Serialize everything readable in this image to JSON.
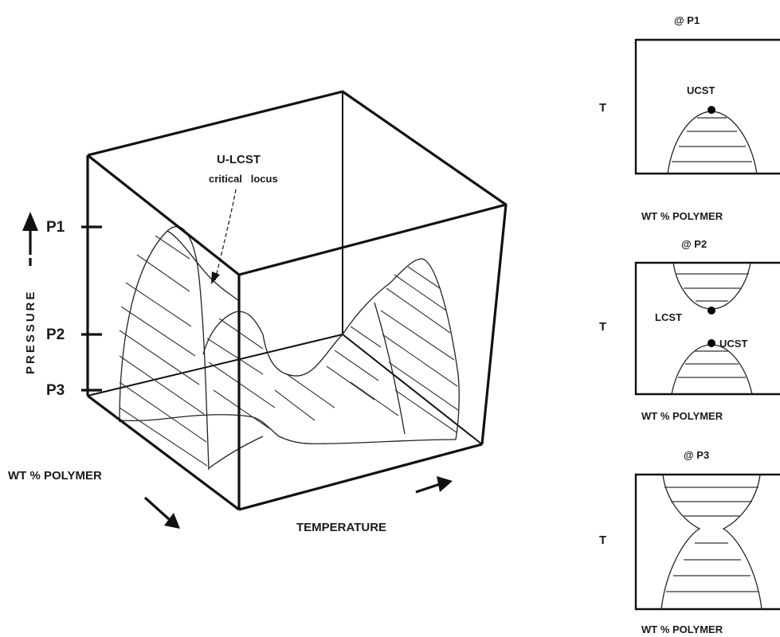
{
  "main_diagram": {
    "pressure_axis_label": "PRESSURE",
    "pressure_levels": [
      "P1",
      "P2",
      "P3"
    ],
    "x_axis_label": "WT % POLYMER",
    "temperature_label": "TEMPERATURE",
    "critical_locus_label_line1": "U-LCST",
    "critical_locus_label_line2": "critical   locus"
  },
  "panels": [
    {
      "title": "@ P1",
      "y_label": "T",
      "x_label": "WT % POLYMER",
      "point_labels": [
        "UCST"
      ]
    },
    {
      "title": "@ P2",
      "y_label": "T",
      "x_label": "WT % POLYMER",
      "point_labels": [
        "LCST",
        "UCST"
      ]
    },
    {
      "title": "@ P3",
      "y_label": "T",
      "x_label": "WT % POLYMER",
      "point_labels": []
    }
  ]
}
